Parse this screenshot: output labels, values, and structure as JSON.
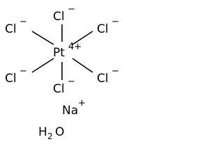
{
  "center_atom": {
    "symbol": "Pt",
    "charge": "4+"
  },
  "ligands": [
    {
      "id": "top",
      "symbol": "Cl",
      "charge": "−"
    },
    {
      "id": "upper-left",
      "symbol": "Cl",
      "charge": "−"
    },
    {
      "id": "upper-right",
      "symbol": "Cl",
      "charge": "−"
    },
    {
      "id": "lower-left",
      "symbol": "Cl",
      "charge": "−"
    },
    {
      "id": "lower-right",
      "symbol": "Cl",
      "charge": "−"
    },
    {
      "id": "bottom",
      "symbol": "Cl",
      "charge": "−"
    }
  ],
  "counter_ion": {
    "symbol": "Na",
    "charge": "+"
  },
  "water": {
    "h": "H",
    "count": "2",
    "o": "O"
  }
}
